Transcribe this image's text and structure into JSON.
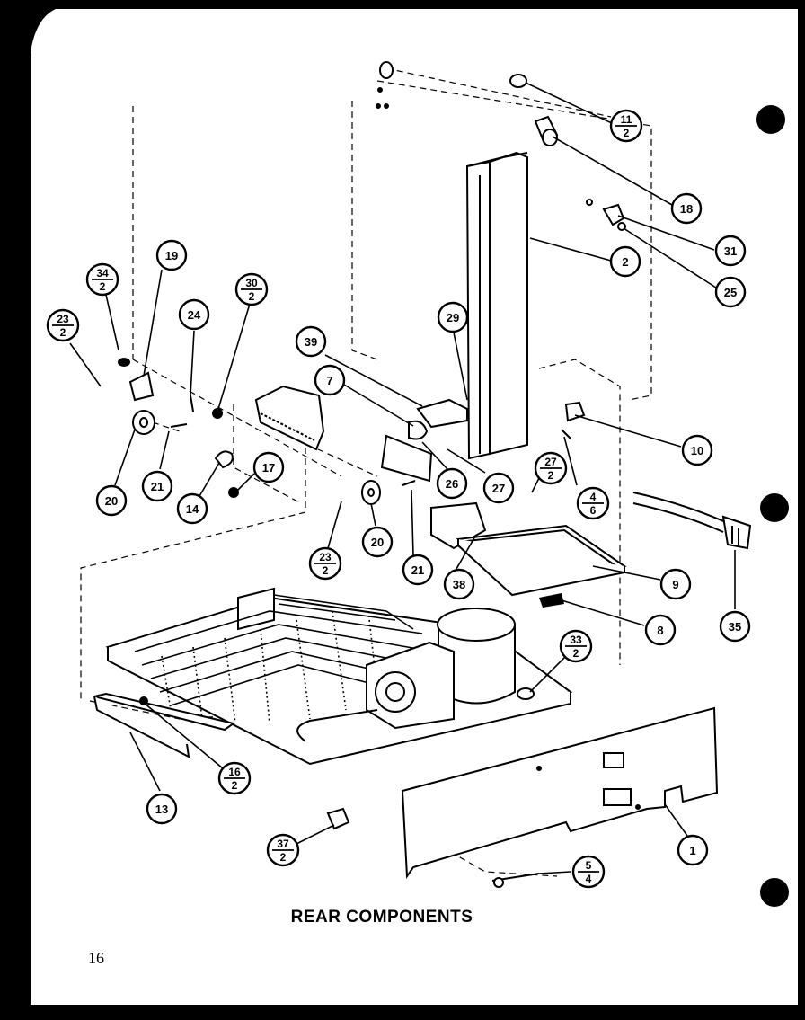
{
  "diagram": {
    "title": "REAR COMPONENTS",
    "page_number": "16"
  },
  "callouts": [
    {
      "id": "c-11-2",
      "label": "11",
      "sub": "2"
    },
    {
      "id": "c-18",
      "label": "18"
    },
    {
      "id": "c-31",
      "label": "31"
    },
    {
      "id": "c-25",
      "label": "25"
    },
    {
      "id": "c-2",
      "label": "2"
    },
    {
      "id": "c-19",
      "label": "19"
    },
    {
      "id": "c-34-2",
      "label": "34",
      "sub": "2"
    },
    {
      "id": "c-30-2",
      "label": "30",
      "sub": "2"
    },
    {
      "id": "c-24",
      "label": "24"
    },
    {
      "id": "c-23-2a",
      "label": "23",
      "sub": "2"
    },
    {
      "id": "c-29",
      "label": "29"
    },
    {
      "id": "c-39",
      "label": "39"
    },
    {
      "id": "c-7",
      "label": "7"
    },
    {
      "id": "c-10",
      "label": "10"
    },
    {
      "id": "c-20a",
      "label": "20"
    },
    {
      "id": "c-21a",
      "label": "21"
    },
    {
      "id": "c-14",
      "label": "14"
    },
    {
      "id": "c-17",
      "label": "17"
    },
    {
      "id": "c-26",
      "label": "26"
    },
    {
      "id": "c-27",
      "label": "27"
    },
    {
      "id": "c-27-2",
      "label": "27",
      "sub": "2"
    },
    {
      "id": "c-4-6",
      "label": "4",
      "sub": "6"
    },
    {
      "id": "c-23-2b",
      "label": "23",
      "sub": "2"
    },
    {
      "id": "c-20b",
      "label": "20"
    },
    {
      "id": "c-21b",
      "label": "21"
    },
    {
      "id": "c-38",
      "label": "38"
    },
    {
      "id": "c-9",
      "label": "9"
    },
    {
      "id": "c-8",
      "label": "8"
    },
    {
      "id": "c-35",
      "label": "35"
    },
    {
      "id": "c-33-2",
      "label": "33",
      "sub": "2"
    },
    {
      "id": "c-16-2",
      "label": "16",
      "sub": "2"
    },
    {
      "id": "c-13",
      "label": "13"
    },
    {
      "id": "c-37-2",
      "label": "37",
      "sub": "2"
    },
    {
      "id": "c-1",
      "label": "1"
    },
    {
      "id": "c-5-4",
      "label": "5",
      "sub": "4"
    }
  ],
  "colors": {
    "paper": "#ffffff",
    "ink": "#000000",
    "border": "#000000"
  }
}
